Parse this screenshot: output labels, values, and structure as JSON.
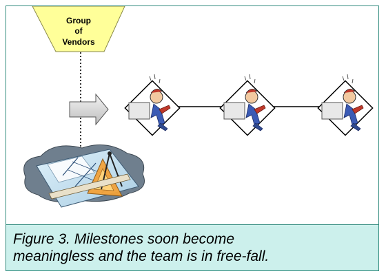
{
  "funnel": {
    "line1": "Group",
    "line2": "of",
    "line3": "Vendors",
    "fill": "#ffff99"
  },
  "milestones": [
    {
      "icon": "falling-person-icon"
    },
    {
      "icon": "falling-person-icon"
    },
    {
      "icon": "falling-person-icon"
    }
  ],
  "caption": {
    "line1": "Figure 3. Milestones soon become",
    "line2": "meaningless and the team is in free-fall."
  },
  "colors": {
    "border": "#2f8a7c",
    "caption_bg": "#ccf0ec"
  }
}
